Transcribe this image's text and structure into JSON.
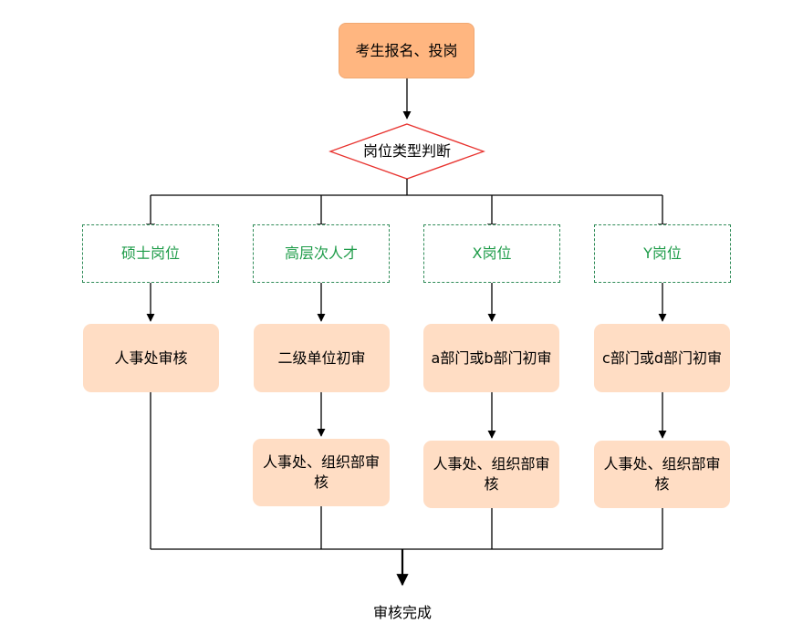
{
  "start": {
    "label": "考生报名、投岗"
  },
  "decision": {
    "label": "岗位类型判断"
  },
  "branches": [
    {
      "category": "硕士岗位",
      "steps": [
        "人事处审核"
      ]
    },
    {
      "category": "高层次人才",
      "steps": [
        "二级单位初审",
        "人事处、组织部审核"
      ]
    },
    {
      "category": "X岗位",
      "steps": [
        "a部门或b部门初审",
        "人事处、组织部审核"
      ]
    },
    {
      "category": "Y岗位",
      "steps": [
        "c部门或d部门初审",
        "人事处、组织部审核"
      ]
    }
  ],
  "end": {
    "label": "审核完成"
  },
  "colors": {
    "start_fill": "#ffb680",
    "step_fill": "#ffddc4",
    "category_border": "#2e8b57",
    "category_text": "#1f9c4a",
    "decision_border": "#e8322e",
    "connector": "#000000"
  }
}
